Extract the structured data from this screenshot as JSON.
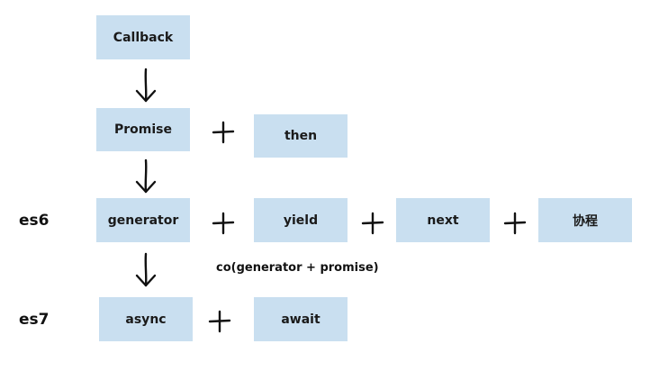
{
  "diagram": {
    "nodes": {
      "callback": "Callback",
      "promise": "Promise",
      "then": "then",
      "generator": "generator",
      "yield": "yield",
      "next": "next",
      "coroutine": "协程",
      "async": "async",
      "await": "await"
    },
    "row_labels": {
      "es6": "es6",
      "es7": "es7"
    },
    "note": "co(generator + promise)",
    "colors": {
      "box_fill": "#c9dff0",
      "stroke": "#111111"
    },
    "icons": {
      "arrow": "arrow-down-icon",
      "plus": "plus-icon"
    }
  }
}
